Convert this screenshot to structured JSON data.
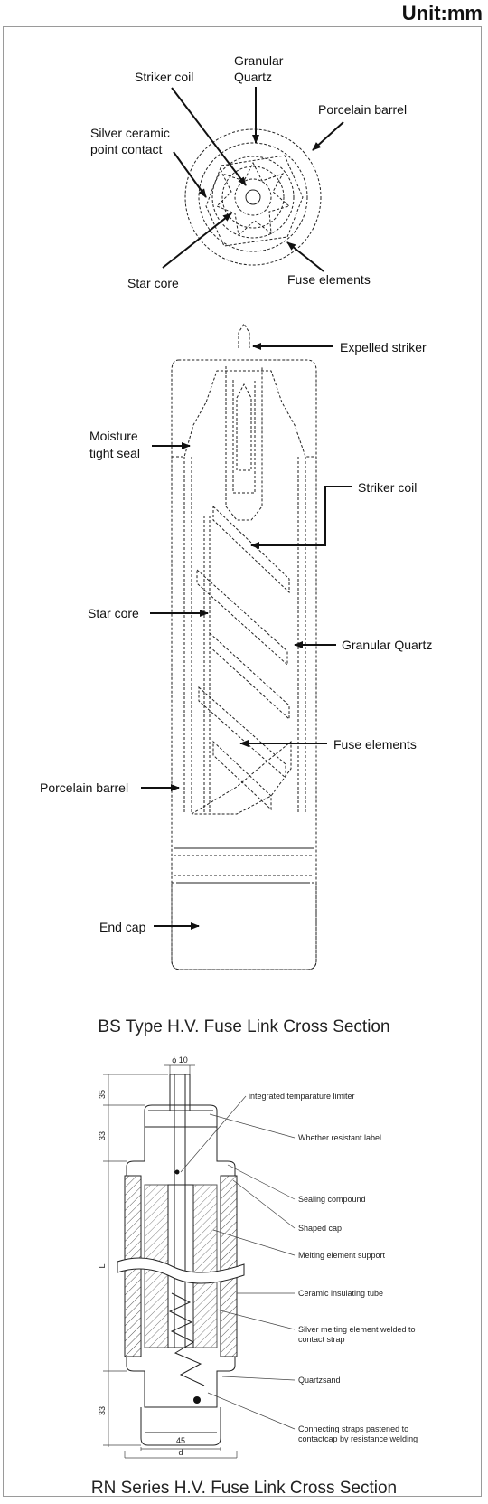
{
  "unit_label": "Unit:mm",
  "bs_top_view": {
    "granular_quartz": [
      "Granular",
      "Quartz"
    ],
    "striker_coil": "Striker coil",
    "porcelain_barrel": "Porcelain barrel",
    "silver_contact": [
      "Silver ceramic",
      "point contact"
    ],
    "star_core": "Star core",
    "fuse_elements": "Fuse elements"
  },
  "bs_side_view": {
    "expelled_striker": "Expelled striker",
    "moisture_seal": [
      "Moisture",
      "tight seal"
    ],
    "striker_coil": "Striker coil",
    "star_core": "Star core",
    "granular_quartz": "Granular Quartz",
    "fuse_elements": "Fuse elements",
    "porcelain_barrel": "Porcelain barrel",
    "end_cap": "End cap"
  },
  "bs_caption": "BS Type H.V. Fuse Link Cross Section",
  "rn_dims": {
    "phi": "ϕ 10",
    "d35": "35",
    "d33_top": "33",
    "L": "L",
    "d33_bottom": "33",
    "d45": "45",
    "d": "d"
  },
  "rn_labels": [
    "integrated temparature limiter",
    "Whether resistant label",
    "Sealing compound",
    "Shaped cap",
    "Melting element support",
    "Ceramic insulating tube",
    "Silver melting element welded to",
    "contact strap",
    "Quartzsand",
    "Connecting straps pastened to",
    "contactcap by resistance welding"
  ],
  "rn_caption": "RN Series H.V. Fuse Link Cross Section"
}
